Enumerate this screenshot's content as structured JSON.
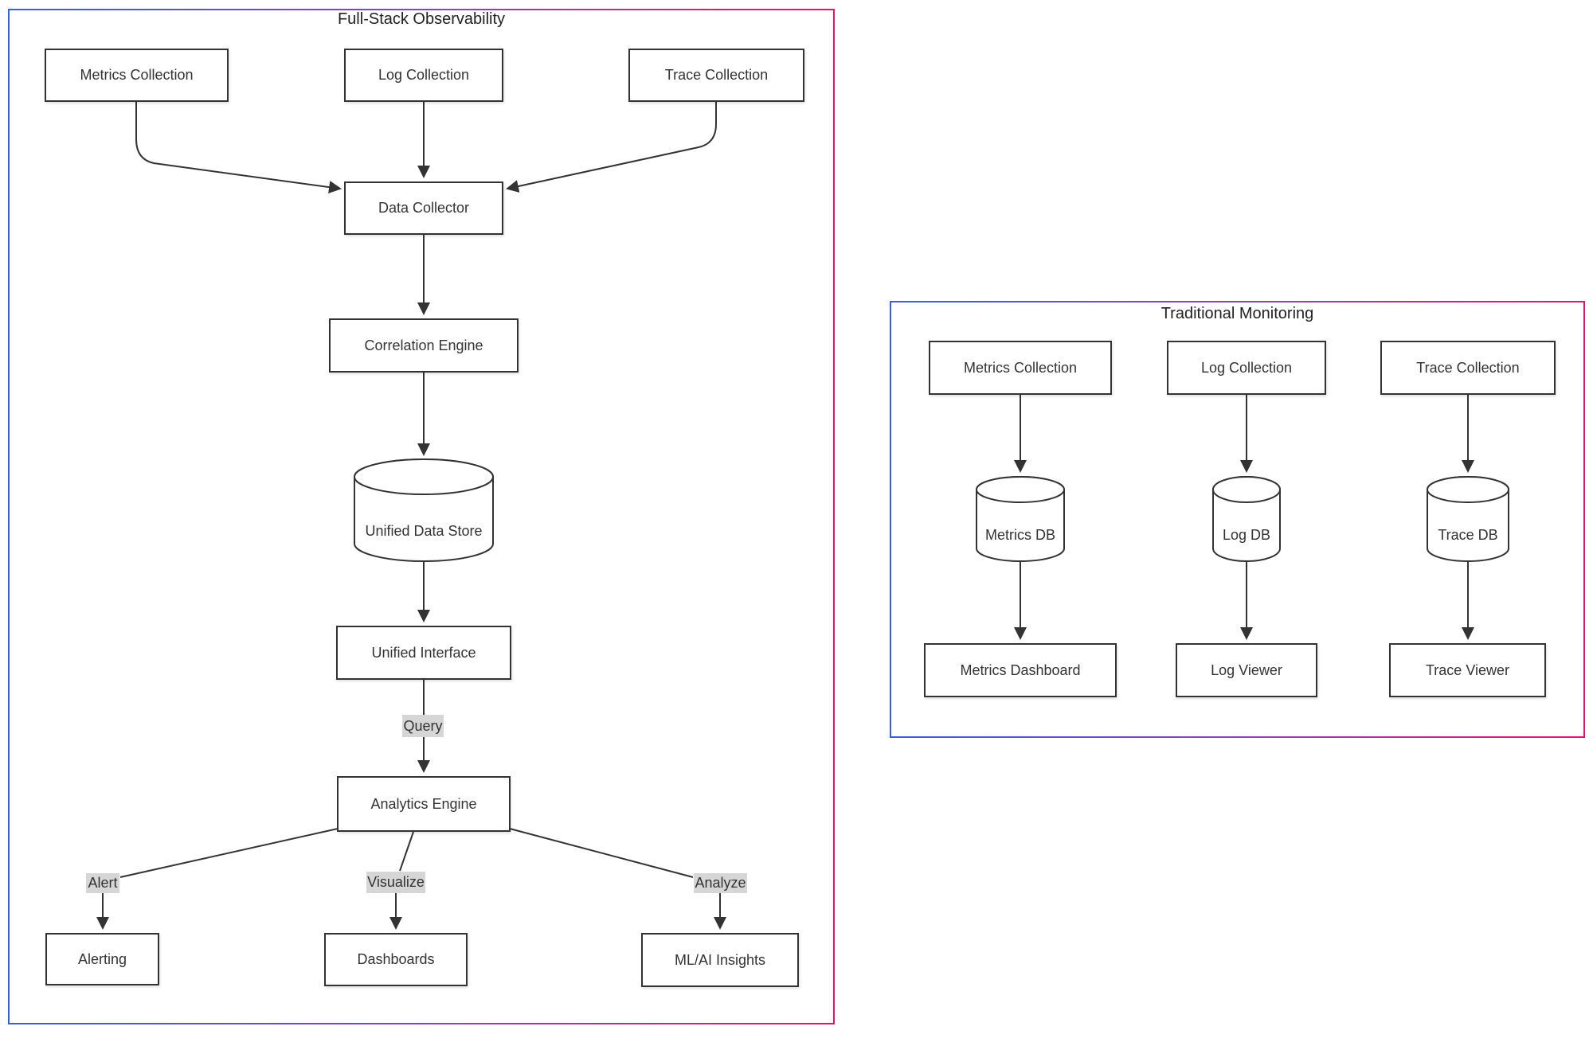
{
  "observability": {
    "title": "Full-Stack Observability",
    "nodes": {
      "metrics_collection": "Metrics Collection",
      "log_collection": "Log Collection",
      "trace_collection": "Trace Collection",
      "data_collector": "Data Collector",
      "correlation_engine": "Correlation Engine",
      "unified_data_store": "Unified Data Store",
      "unified_interface": "Unified Interface",
      "analytics_engine": "Analytics Engine",
      "alerting": "Alerting",
      "dashboards": "Dashboards",
      "ml_ai_insights": "ML/AI Insights"
    },
    "edge_labels": {
      "query": "Query",
      "alert": "Alert",
      "visualize": "Visualize",
      "analyze": "Analyze"
    }
  },
  "traditional": {
    "title": "Traditional Monitoring",
    "nodes": {
      "metrics_collection": "Metrics Collection",
      "log_collection": "Log Collection",
      "trace_collection": "Trace Collection",
      "metrics_db": "Metrics DB",
      "log_db": "Log DB",
      "trace_db": "Trace DB",
      "metrics_dashboard": "Metrics Dashboard",
      "log_viewer": "Log Viewer",
      "trace_viewer": "Trace Viewer"
    }
  },
  "colors": {
    "panel_border_gradient_start": "#3560e0",
    "panel_border_gradient_end": "#e8126d",
    "node_border": "#333333",
    "node_fill": "#ffffff",
    "text": "#333333",
    "edge_label_background": "#d6d6d6",
    "arrow": "#333333",
    "background": "#ffffff"
  }
}
